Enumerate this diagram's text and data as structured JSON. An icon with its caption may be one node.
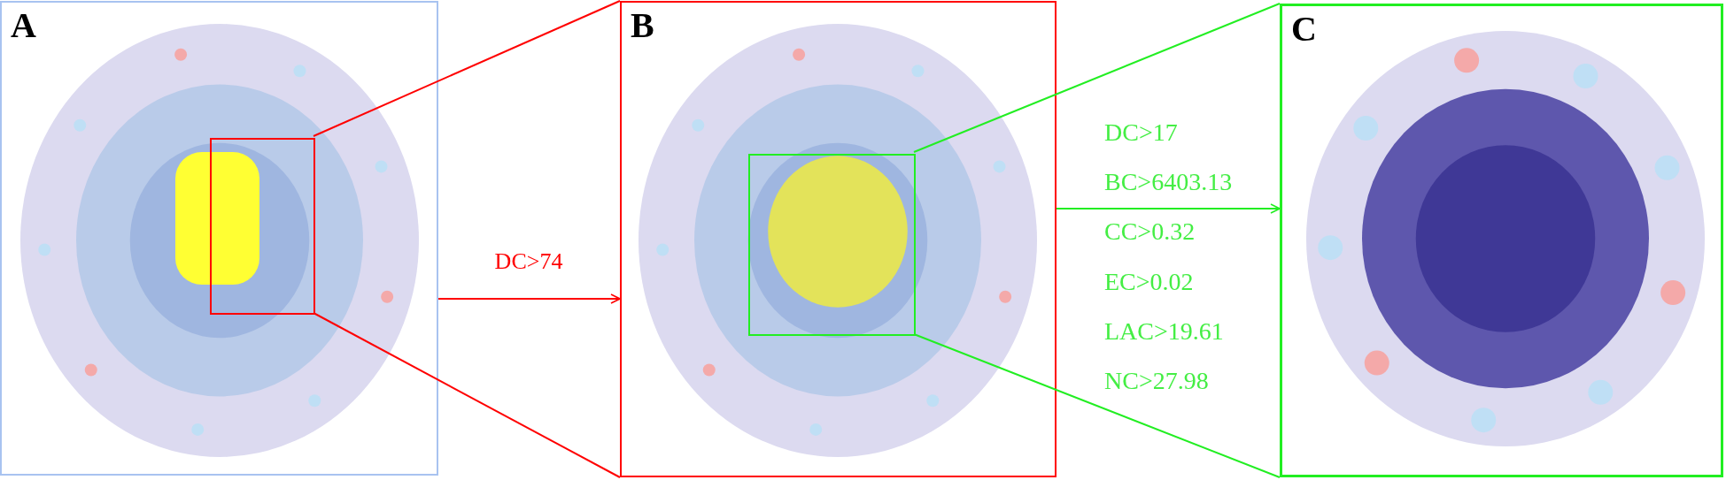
{
  "diagram": {
    "nodes": [
      {
        "text": [
          "A"
        ]
      },
      {
        "text": [],
        "shape": "box",
        "in": 0
      },
      {
        "text": [
          "B"
        ]
      },
      {
        "text": [],
        "shape": "box",
        "in": 2
      },
      {
        "text": [
          "C"
        ]
      }
    ],
    "edges": [
      {
        "from": 1,
        "to": 2,
        "arrow": "none",
        "color": "#ff0000"
      },
      {
        "from": 1,
        "to": 2,
        "arrow": "none",
        "color": "#ff0000"
      },
      {
        "from": 0,
        "to": 2,
        "arrow": "to",
        "label": "DC>74",
        "color": "#ff0000"
      },
      {
        "from": 3,
        "to": 4,
        "arrow": "none",
        "color": "#22ee22"
      },
      {
        "from": 3,
        "to": 4,
        "arrow": "none",
        "color": "#22ee22"
      },
      {
        "from": 2,
        "to": 4,
        "arrow": "to",
        "color": "#22ee22"
      }
    ],
    "labels": [
      "DC>17",
      "BC>6403.13",
      "CC>0.32",
      "EC>0.02",
      "LAC>19.61",
      "NC>27.98"
    ]
  }
}
